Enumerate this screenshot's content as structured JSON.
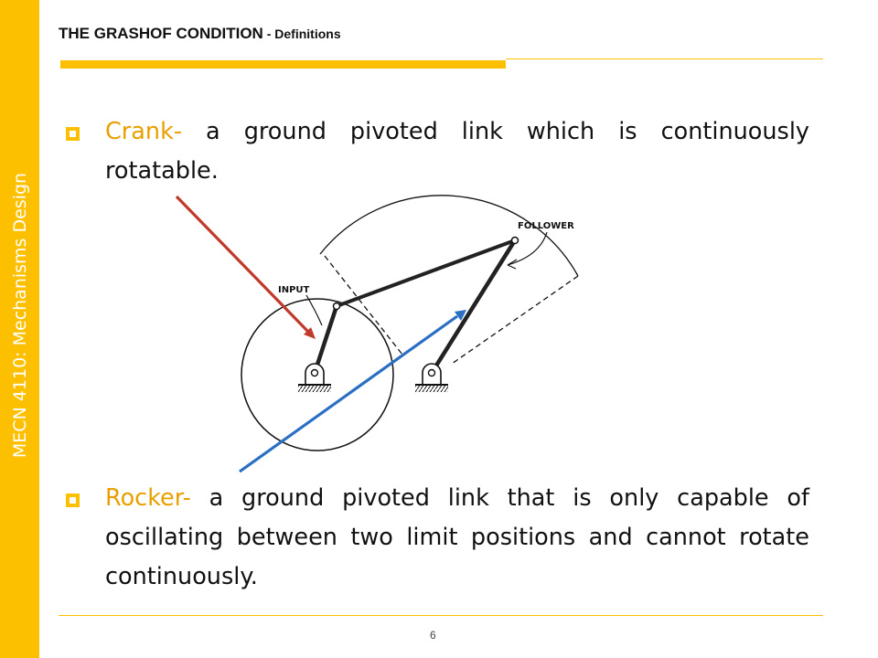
{
  "sidebar": {
    "course": "MECN 4110: Mechanisms Design"
  },
  "header": {
    "title": "THE GRASHOF CONDITION",
    "subtitle": " - Definitions"
  },
  "bullets": [
    {
      "term": "Crank-",
      "text": " a ground pivoted link which is continuously rotatable."
    },
    {
      "term": "Rocker-",
      "text": " a ground pivoted link that is only capable of oscillating between two limit positions and cannot rotate continuously."
    }
  ],
  "diagram": {
    "input_label": "INPUT",
    "follower_label": "FOLLOWER",
    "arrow_colors": {
      "crank": "#c0392b",
      "rocker": "#2a6fc4"
    }
  },
  "footer": {
    "page_number": "6"
  }
}
